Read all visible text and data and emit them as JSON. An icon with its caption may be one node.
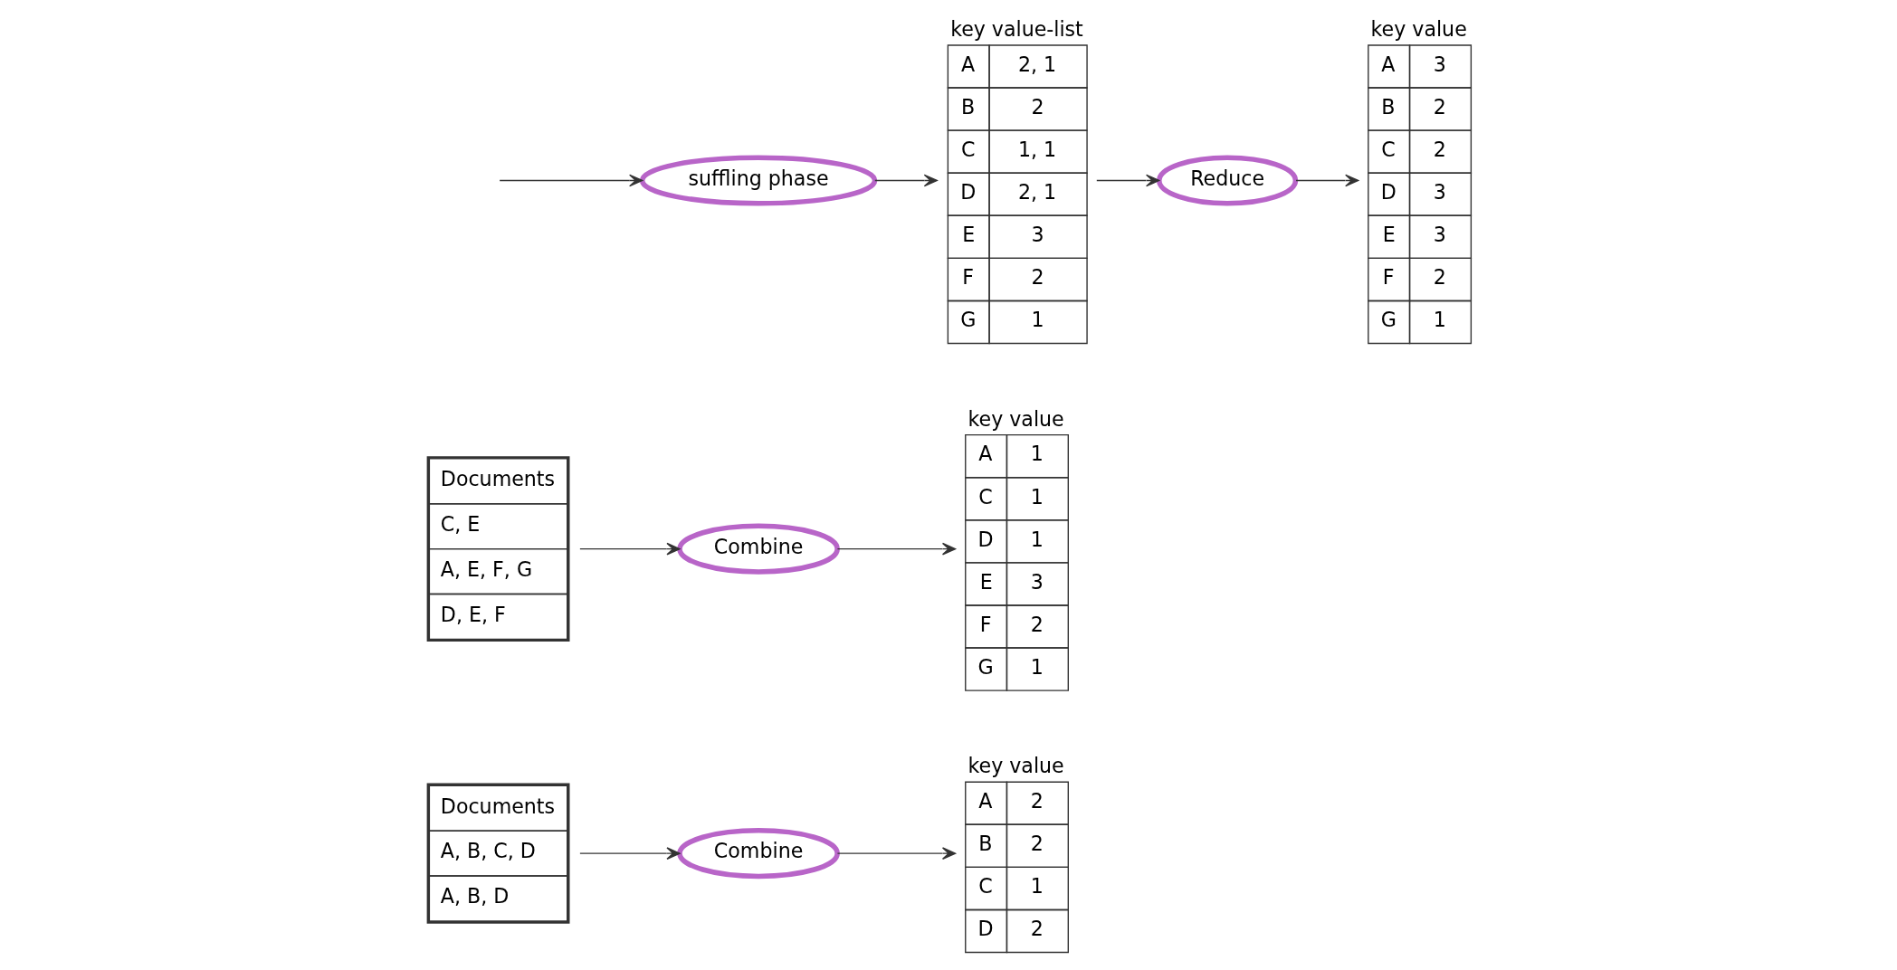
{
  "diagram": {
    "nodes": [
      {
        "text": [
          "Documents",
          "A, B, C, D",
          "A, B, D"
        ]
      },
      {
        "text": [
          "Combine"
        ]
      },
      {
        "text": [
          "key",
          "value",
          "A",
          "2",
          "B",
          "2",
          "C",
          "1",
          "D",
          "2"
        ]
      },
      {
        "text": [
          "Documents",
          "C, E",
          "A, E, F, G",
          "D, E, F"
        ]
      },
      {
        "text": [
          "Combine"
        ]
      },
      {
        "text": [
          "key",
          "value",
          "A",
          "1",
          "C",
          "1",
          "D",
          "1",
          "E",
          "3",
          "F",
          "2",
          "G",
          "1"
        ]
      },
      {
        "text": [
          "suffling phase"
        ]
      },
      {
        "text": [
          "key",
          "value-list",
          "A",
          "2, 1",
          "B",
          "2",
          "C",
          "1, 1",
          "D",
          "2, 1",
          "E",
          "3",
          "F",
          "2",
          "G",
          "1"
        ]
      },
      {
        "text": [
          "Reduce"
        ]
      },
      {
        "text": [
          "key",
          "value",
          "A",
          "3",
          "B",
          "2",
          "C",
          "2",
          "D",
          "3",
          "E",
          "3",
          "F",
          "2",
          "G",
          "1"
        ]
      }
    ],
    "edges": [
      {
        "from": 0,
        "to": 1,
        "arrow": "to"
      },
      {
        "from": 1,
        "to": 2,
        "arrow": "to"
      },
      {
        "from": 3,
        "to": 4,
        "arrow": "to"
      },
      {
        "from": 4,
        "to": 5,
        "arrow": "to"
      },
      {
        "from": null,
        "to": 6,
        "arrow": "to"
      },
      {
        "from": 6,
        "to": 7,
        "arrow": "to"
      },
      {
        "from": 7,
        "to": 8,
        "arrow": "to"
      },
      {
        "from": 8,
        "to": 9,
        "arrow": "to"
      }
    ]
  }
}
